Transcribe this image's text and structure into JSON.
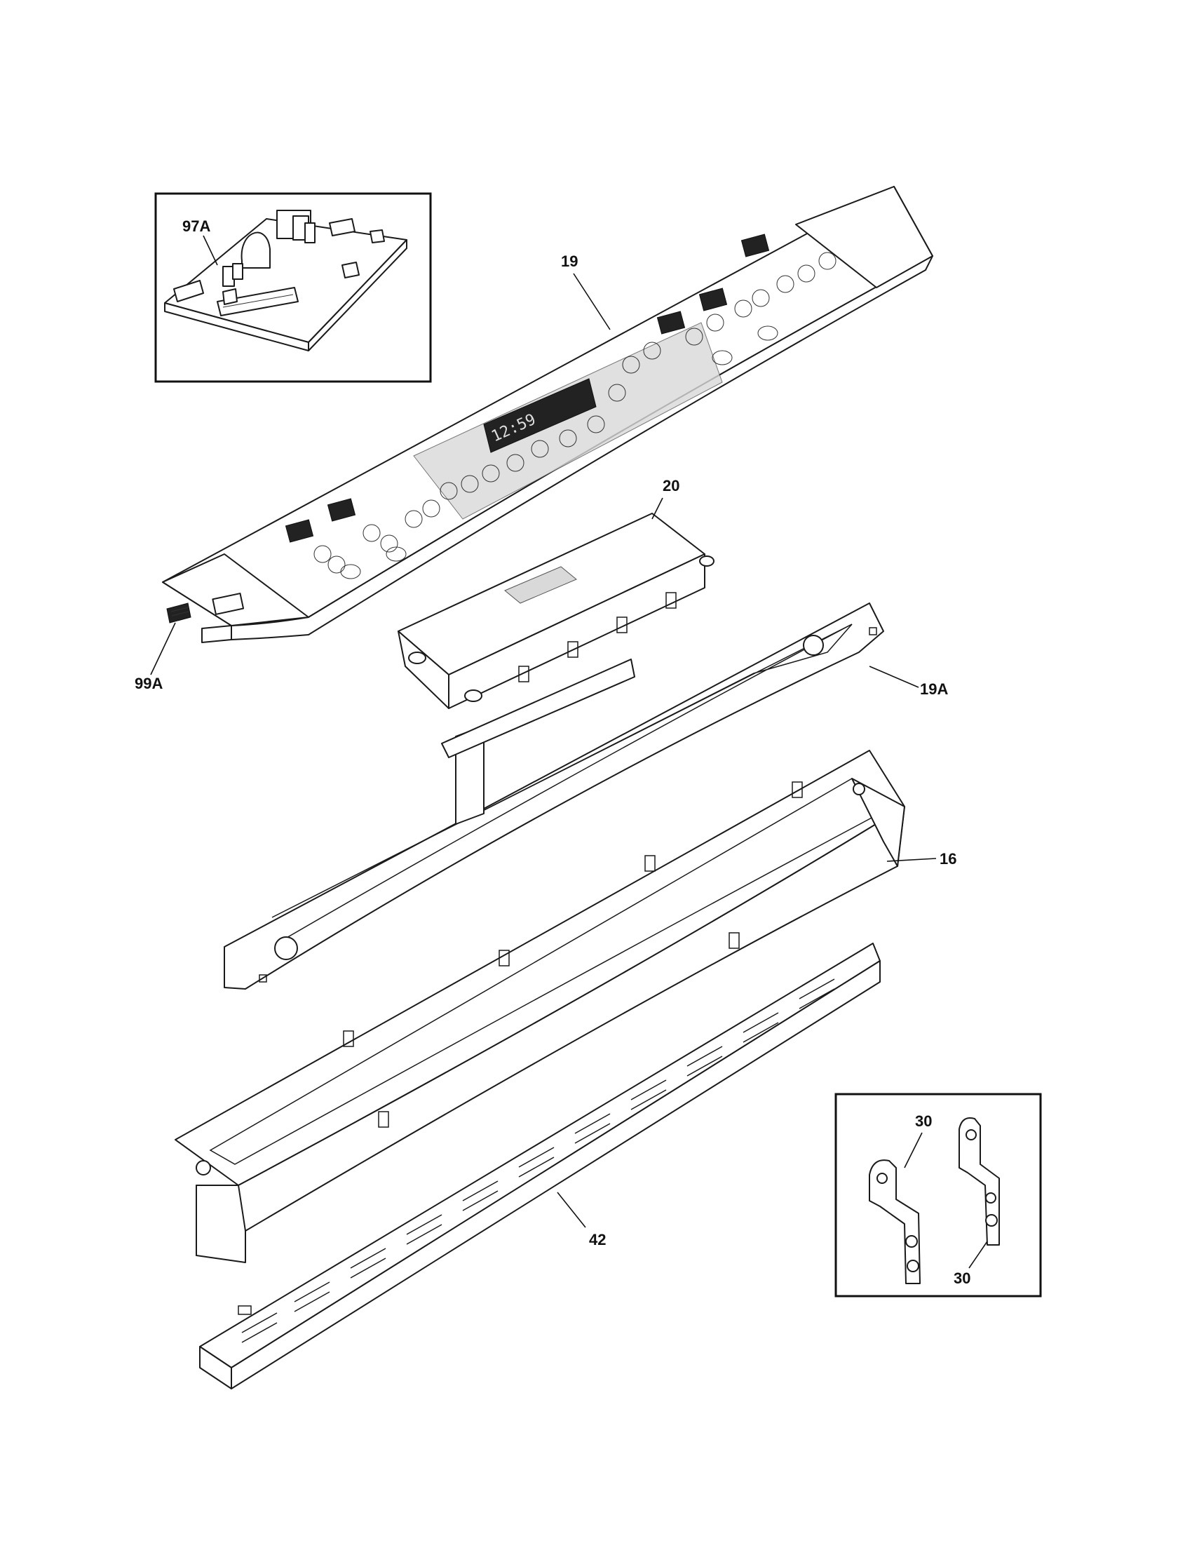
{
  "diagram": {
    "display_readout": "12:59",
    "callouts": [
      {
        "id": "callout-97a",
        "label": "97A"
      },
      {
        "id": "callout-19",
        "label": "19"
      },
      {
        "id": "callout-20",
        "label": "20"
      },
      {
        "id": "callout-99a",
        "label": "99A"
      },
      {
        "id": "callout-19a",
        "label": "19A"
      },
      {
        "id": "callout-16",
        "label": "16"
      },
      {
        "id": "callout-30-top",
        "label": "30"
      },
      {
        "id": "callout-30-bottom",
        "label": "30"
      },
      {
        "id": "callout-42",
        "label": "42"
      }
    ],
    "parts": [
      {
        "name": "electronic-control-board",
        "callout": "97A"
      },
      {
        "name": "control-panel-overlay",
        "callout": "19"
      },
      {
        "name": "oven-control-module",
        "callout": "20"
      },
      {
        "name": "ribbon-connector",
        "callout": "99A"
      },
      {
        "name": "panel-support-bracket",
        "callout": "19A"
      },
      {
        "name": "control-panel-frame",
        "callout": "16"
      },
      {
        "name": "mounting-bracket",
        "callout": "30"
      },
      {
        "name": "vent-trim-panel",
        "callout": "42"
      }
    ]
  }
}
